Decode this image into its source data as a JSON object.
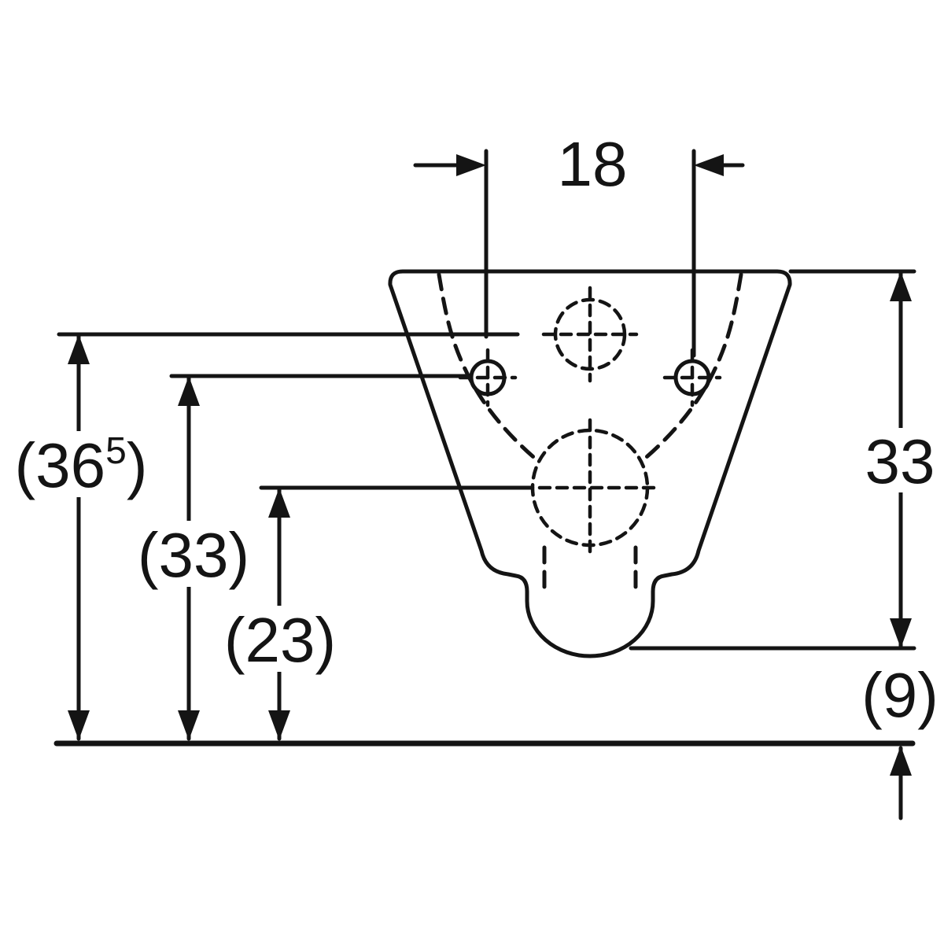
{
  "drawing": {
    "type": "technical-dimension-drawing",
    "subject": "wall-hung-ceramic-pan-front-view",
    "colors": {
      "line": "#141414",
      "background": "#ffffff"
    },
    "labels": {
      "top_width": "18",
      "overall_height": {
        "open": "(36",
        "sup": "5",
        "close": ")"
      },
      "fixing_height": "(33)",
      "outlet_height": "(23)",
      "right_height": "33",
      "floor_clearance": "(9)"
    }
  }
}
